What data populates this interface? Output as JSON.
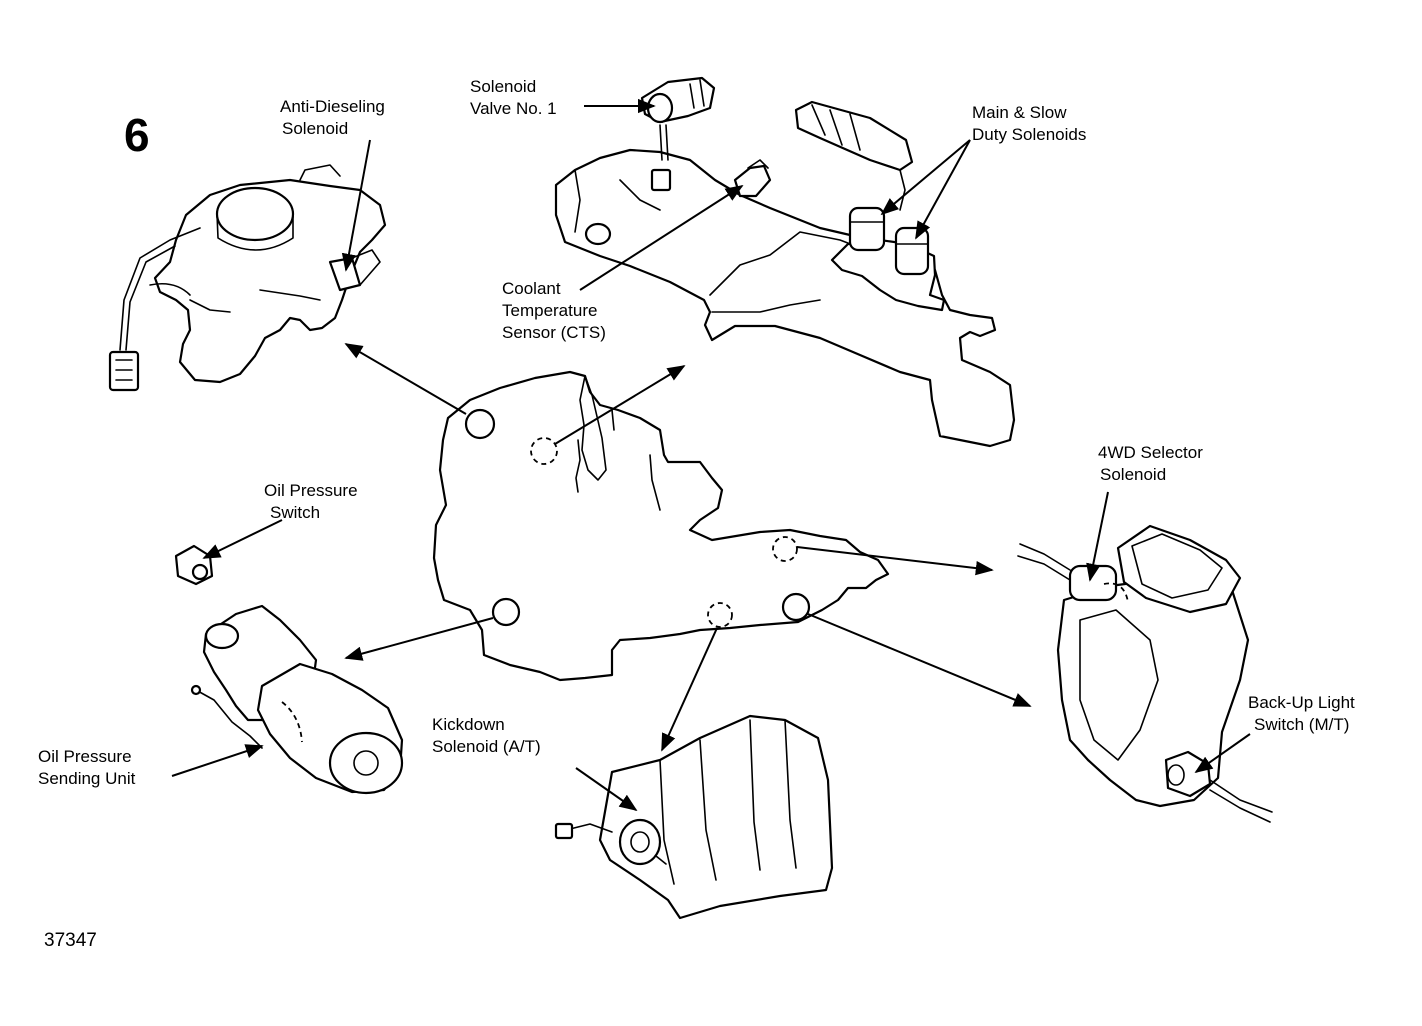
{
  "figure": {
    "number": "6",
    "id": "37347"
  },
  "labels": {
    "solenoid_valve_1": [
      "Solenoid",
      "Valve No. 1"
    ],
    "anti_dieseling": [
      "Anti-Dieseling",
      "Solenoid"
    ],
    "main_slow_duty": [
      "Main & Slow",
      "Duty Solenoids"
    ],
    "coolant_temp": [
      "Coolant",
      "Temperature",
      "Sensor (CTS)"
    ],
    "oil_pressure_switch": [
      "Oil Pressure",
      "Switch"
    ],
    "selector_4wd": [
      "4WD Selector",
      "Solenoid"
    ],
    "oil_pressure_sending": [
      "Oil Pressure",
      "Sending Unit"
    ],
    "kickdown": [
      "Kickdown",
      "Solenoid (A/T)"
    ],
    "backup_light": [
      "Back-Up Light",
      "Switch (M/T)"
    ]
  }
}
